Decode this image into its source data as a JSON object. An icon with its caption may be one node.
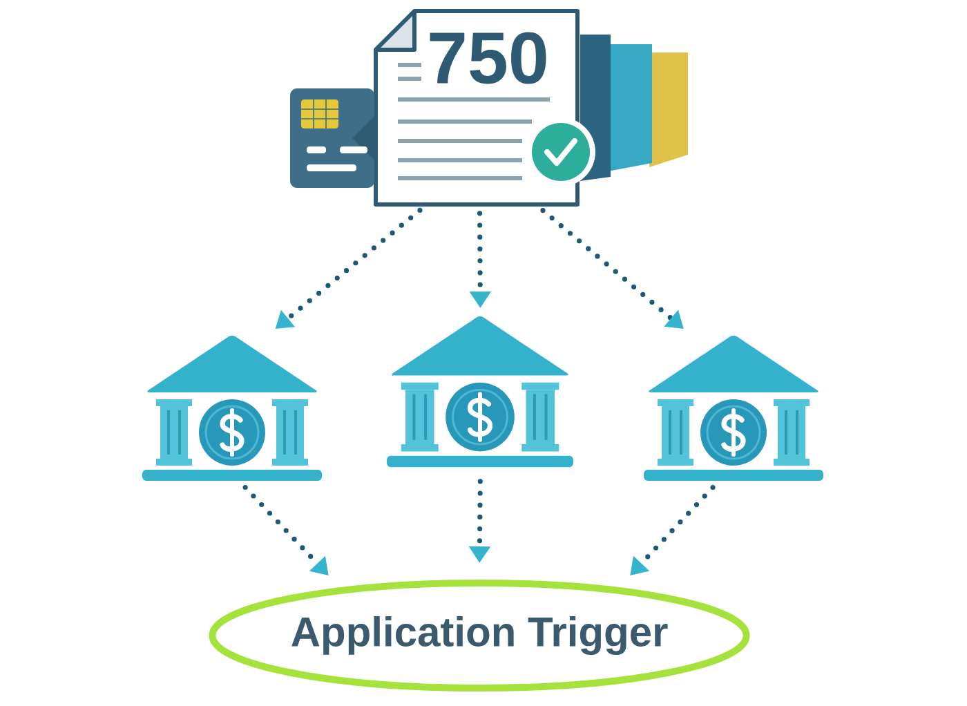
{
  "diagram": {
    "nodes": [
      {
        "text": [
          "750"
        ]
      },
      {
        "text": [],
        "shape": "picture"
      },
      {
        "text": [],
        "shape": "picture"
      },
      {
        "text": [],
        "shape": "picture"
      },
      {
        "text": [
          "Application Trigger"
        ]
      }
    ],
    "edges": [
      {
        "from": 0,
        "to": 1,
        "arrow": "to",
        "style": "dashed"
      },
      {
        "from": 0,
        "to": 2,
        "arrow": "to",
        "style": "dashed"
      },
      {
        "from": 0,
        "to": 3,
        "arrow": "to",
        "style": "dashed"
      },
      {
        "from": 1,
        "to": 4,
        "arrow": "to",
        "style": "dashed"
      },
      {
        "from": 2,
        "to": 4,
        "arrow": "to",
        "style": "dashed"
      },
      {
        "from": 3,
        "to": 4,
        "arrow": "to",
        "style": "dashed"
      }
    ]
  }
}
